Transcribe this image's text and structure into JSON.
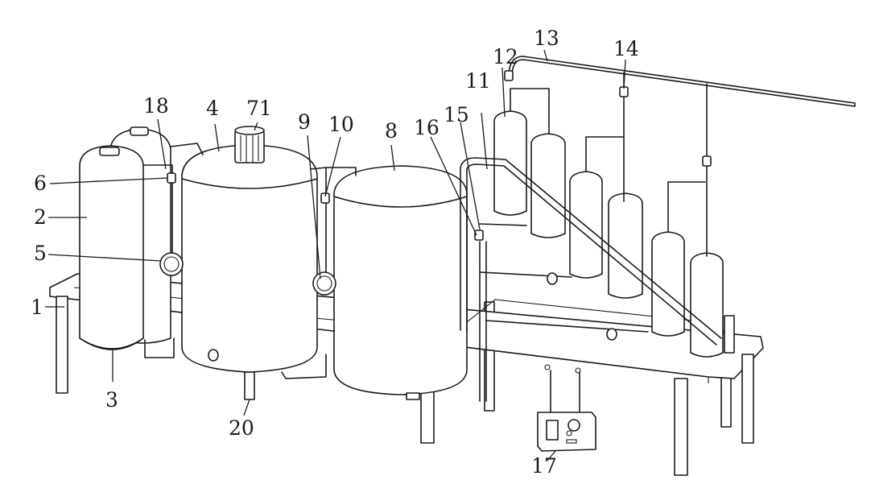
{
  "labels": {
    "l1": "1",
    "l2": "2",
    "l3": "3",
    "l4": "4",
    "l5": "5",
    "l6": "6",
    "l8": "8",
    "l9": "9",
    "l10": "10",
    "l11": "11",
    "l12": "12",
    "l13": "13",
    "l14": "14",
    "l15": "15",
    "l16": "16",
    "l17": "17",
    "l18": "18",
    "l20": "20",
    "l71": "71"
  }
}
